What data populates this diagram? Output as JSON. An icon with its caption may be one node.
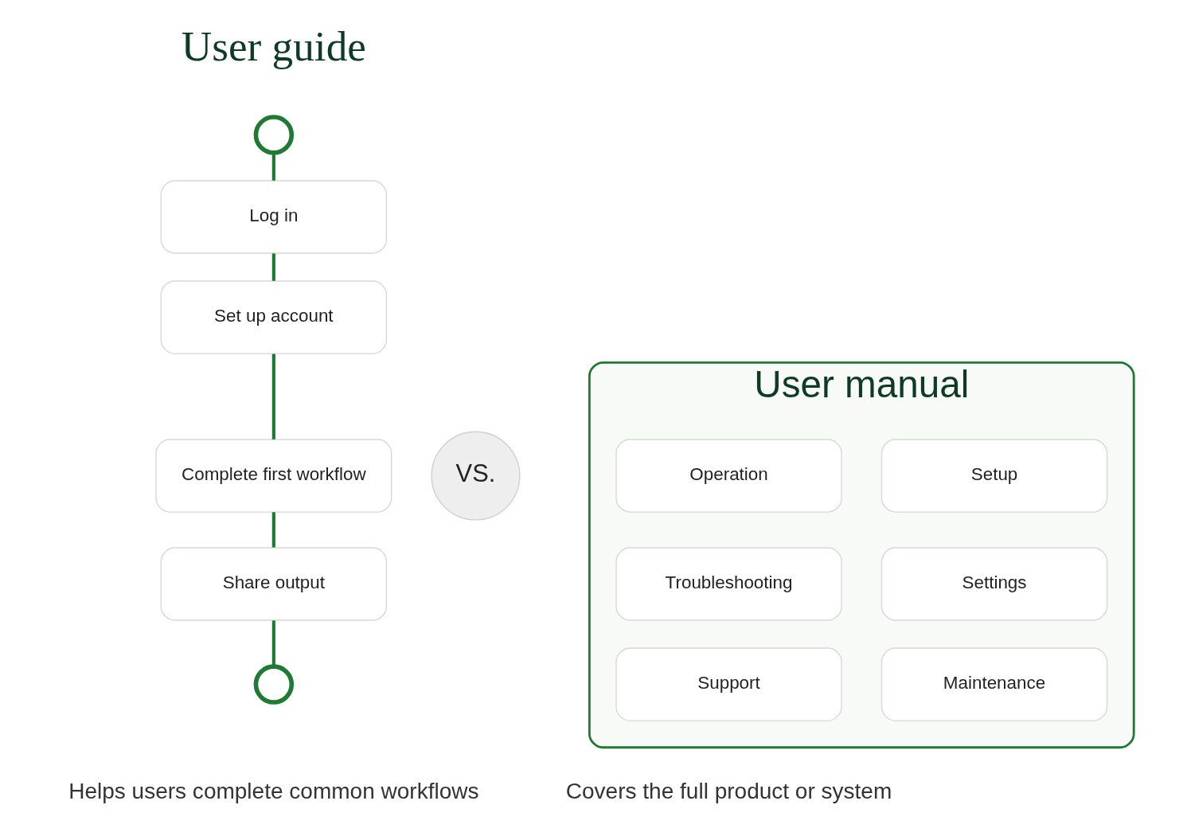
{
  "diagram": {
    "nodes": [
      {
        "text": [],
        "shape": "circle"
      },
      {
        "text": [
          "Log in"
        ]
      },
      {
        "text": [
          "Set up account"
        ]
      },
      {
        "text": [
          "Complete first workflow"
        ]
      },
      {
        "text": [
          "Share output"
        ]
      },
      {
        "text": [],
        "shape": "circle"
      },
      {
        "text": [
          "VS."
        ]
      },
      {
        "text": [
          "User manual"
        ]
      },
      {
        "text": [
          "Setup"
        ],
        "in": 7
      },
      {
        "text": [
          "Operation"
        ],
        "in": 7
      },
      {
        "text": [
          "Settings"
        ],
        "in": 7
      },
      {
        "text": [
          "Troubleshooting"
        ],
        "in": 7
      },
      {
        "text": [
          "Maintenance"
        ],
        "in": 7
      },
      {
        "text": [
          "Support"
        ],
        "in": 7
      }
    ],
    "edges": [
      {
        "from": 0,
        "to": 1,
        "arrow": "none"
      },
      {
        "from": 1,
        "to": 2,
        "arrow": "none"
      },
      {
        "from": 2,
        "to": 3,
        "arrow": "none"
      },
      {
        "from": 3,
        "to": 4,
        "arrow": "none"
      },
      {
        "from": 4,
        "to": 5,
        "arrow": "none"
      }
    ],
    "labels": [
      "User guide",
      "Helps users complete common workflows",
      "Covers the full product or system"
    ]
  }
}
